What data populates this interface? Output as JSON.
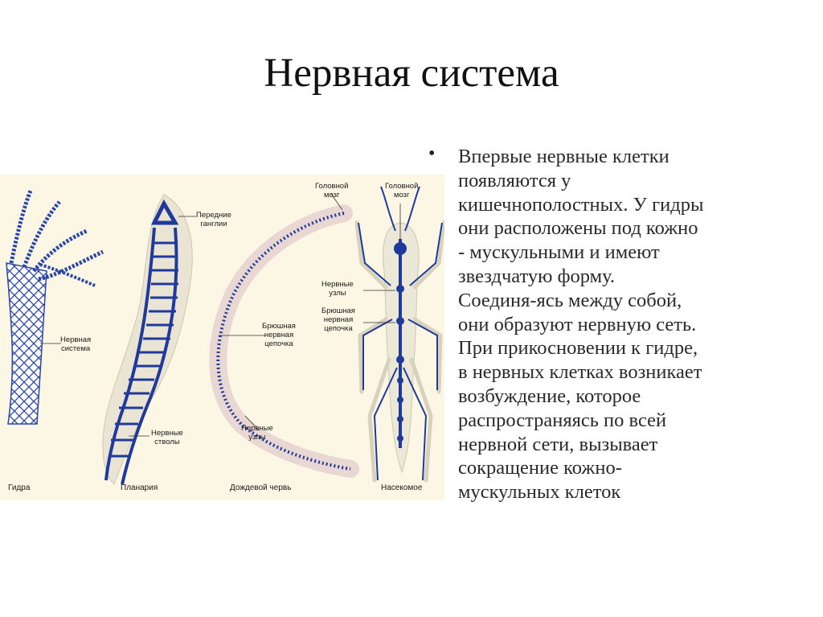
{
  "title": "Нервная система",
  "figure": {
    "labels": {
      "hydra_system": "Нервная\nсистема",
      "anterior_ganglia": "Передние\nганглии",
      "nerve_trunks": "Нервные\nстволы",
      "ventral_chain_worm": "Брюшная\nнервная\nцепочка",
      "nerve_nodes_worm": "Нервные\nузлы",
      "brain_worm": "Головной\nмозг",
      "brain_insect": "Головной\nмозг",
      "nerve_nodes_insect": "Нервные\nузлы",
      "ventral_chain_insect": "Брюшная\nнервная\nцепочка"
    },
    "captions": {
      "hydra": "Гидра",
      "planaria": "Планария",
      "earthworm": "Дождевой червь",
      "insect": "Насекомое"
    }
  },
  "bullet_symbol": "•",
  "body_text": "Впервые нервные клетки\nпоявляются у\nкишечнополостных. У гидры\nони расположены под кожно\n- мускульными и имеют\nзвездчатую форму.\nСоединя-ясь между собой,\nони образуют нервную сеть.\nПри прикосновении к гидре,\nв нервных клетках возникает\nвозбуждение, которое\nраспространяясь по всей\nнервной сети, вызывает\nсокращение кожно-\nмускульных клеток",
  "colors": {
    "nerve": "#1f3a9a",
    "body": "#e9e4d3",
    "panel": "#fbf7e4"
  }
}
